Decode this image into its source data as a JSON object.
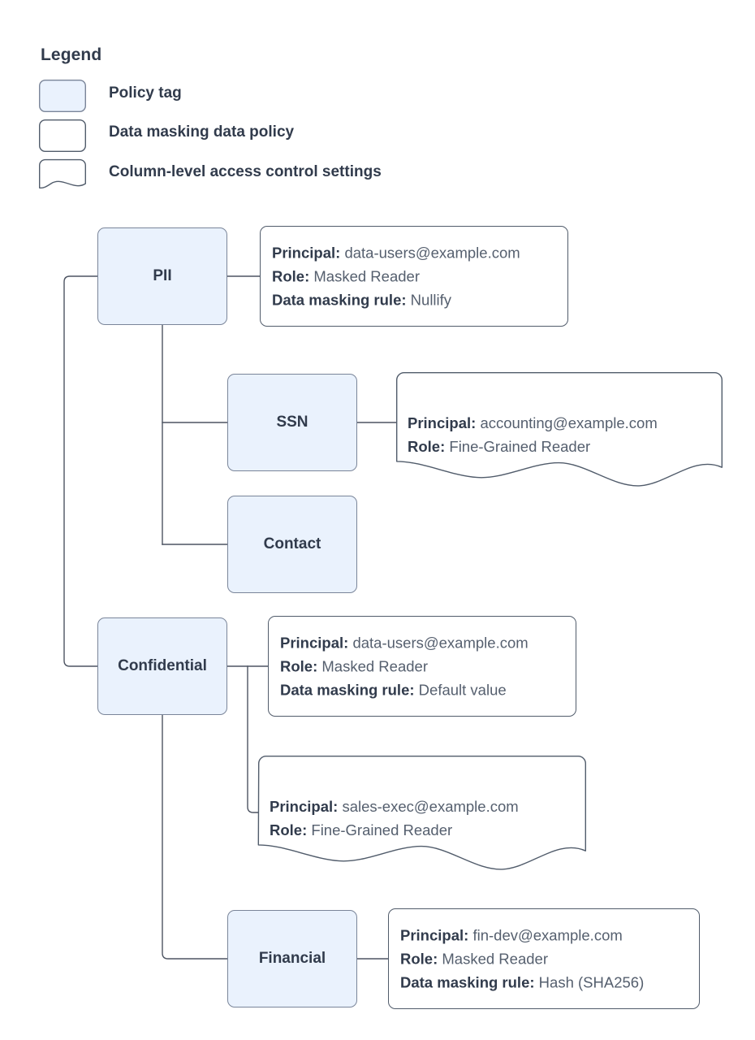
{
  "legend": {
    "title": "Legend",
    "items": [
      {
        "label": "Policy tag",
        "shape": "rounded-filled-box",
        "fill": "#eaf2fd",
        "stroke": "#7a8599"
      },
      {
        "label": "Data masking data policy",
        "shape": "rounded-box",
        "fill": "#ffffff",
        "stroke": "#515c6b"
      },
      {
        "label": "Column-level access control settings",
        "shape": "wavy-bottom-box",
        "fill": "#ffffff",
        "stroke": "#515c6b"
      }
    ]
  },
  "colors": {
    "tag_fill": "#eaf2fd",
    "tag_stroke": "#7a8599",
    "callout_stroke": "#515c6b",
    "text_strong": "#313b4c",
    "text_value": "#555f6e",
    "connector": "#4d5462",
    "background": "#ffffff"
  },
  "nodes": [
    {
      "id": "pii",
      "label": "PII",
      "type": "policy-tag"
    },
    {
      "id": "ssn",
      "label": "SSN",
      "type": "policy-tag"
    },
    {
      "id": "contact",
      "label": "Contact",
      "type": "policy-tag"
    },
    {
      "id": "confidential",
      "label": "Confidential",
      "type": "policy-tag"
    },
    {
      "id": "financial",
      "label": "Financial",
      "type": "policy-tag"
    }
  ],
  "callouts": [
    {
      "id": "pii-masking",
      "attached_to": "pii",
      "shape": "data-masking-data-policy",
      "rows": [
        {
          "key": "Principal:",
          "value": "data-users@example.com"
        },
        {
          "key": "Role:",
          "value": "Masked Reader"
        },
        {
          "key": "Data masking rule:",
          "value": "Nullify"
        }
      ]
    },
    {
      "id": "ssn-access",
      "attached_to": "ssn",
      "shape": "column-level-access-control-settings",
      "rows": [
        {
          "key": "Principal:",
          "value": "accounting@example.com"
        },
        {
          "key": "Role:",
          "value": "Fine-Grained Reader"
        }
      ]
    },
    {
      "id": "confidential-masking",
      "attached_to": "confidential",
      "shape": "data-masking-data-policy",
      "rows": [
        {
          "key": "Principal:",
          "value": "data-users@example.com"
        },
        {
          "key": "Role:",
          "value": "Masked Reader"
        },
        {
          "key": "Data masking rule:",
          "value": "Default value"
        }
      ]
    },
    {
      "id": "confidential-access",
      "attached_to": "confidential",
      "shape": "column-level-access-control-settings",
      "rows": [
        {
          "key": "Principal:",
          "value": "sales-exec@example.com"
        },
        {
          "key": "Role:",
          "value": "Fine-Grained Reader"
        }
      ]
    },
    {
      "id": "financial-masking",
      "attached_to": "financial",
      "shape": "data-masking-data-policy",
      "rows": [
        {
          "key": "Principal:",
          "value": "fin-dev@example.com"
        },
        {
          "key": "Role:",
          "value": "Masked Reader"
        },
        {
          "key": "Data masking rule:",
          "value": "Hash (SHA256)"
        }
      ]
    }
  ]
}
